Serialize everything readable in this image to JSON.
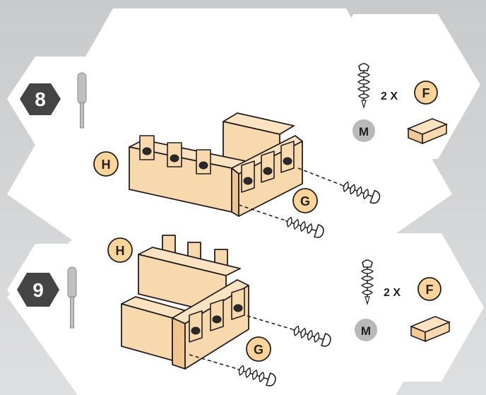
{
  "steps": [
    {
      "number": "8",
      "screwdriver_icon": "screwdriver-icon",
      "parts": {
        "screw_label": "M",
        "multiplier": "2 X",
        "block_label": "F"
      },
      "assembly_labels": {
        "frame": "H",
        "screw_position": "G"
      }
    },
    {
      "number": "9",
      "screwdriver_icon": "screwdriver-icon",
      "parts": {
        "screw_label": "M",
        "multiplier": "2 X",
        "block_label": "F"
      },
      "assembly_labels": {
        "frame": "H",
        "screw_position": "G"
      }
    }
  ],
  "colors": {
    "background": "#d2d3d5",
    "panel": "#ffffff",
    "wood": "#f7d9ad",
    "wood_shade": "#eec48f",
    "label_fill": "#fbd49a",
    "screw_badge": "#b9b9b9",
    "step_badge": "#444444",
    "outline": "#231f20"
  }
}
